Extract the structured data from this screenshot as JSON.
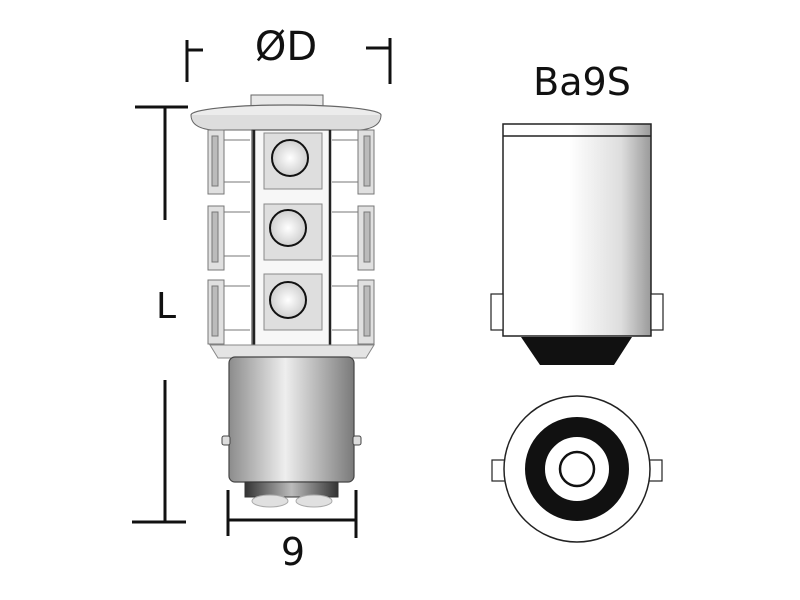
{
  "diagram": {
    "title": "Ba9S",
    "labels": {
      "diameter": "ØD",
      "length": "L",
      "base_width": "9"
    },
    "components": [
      {
        "name": "led-bulb-side-view",
        "leds_visible_front": 3
      },
      {
        "name": "ba9s-base-side-view"
      },
      {
        "name": "ba9s-base-bottom-view"
      }
    ],
    "colors": {
      "line": "#111111",
      "metal_light": "#f2f2f2",
      "metal_dark": "#8a8a8a",
      "contact": "#111111"
    }
  }
}
